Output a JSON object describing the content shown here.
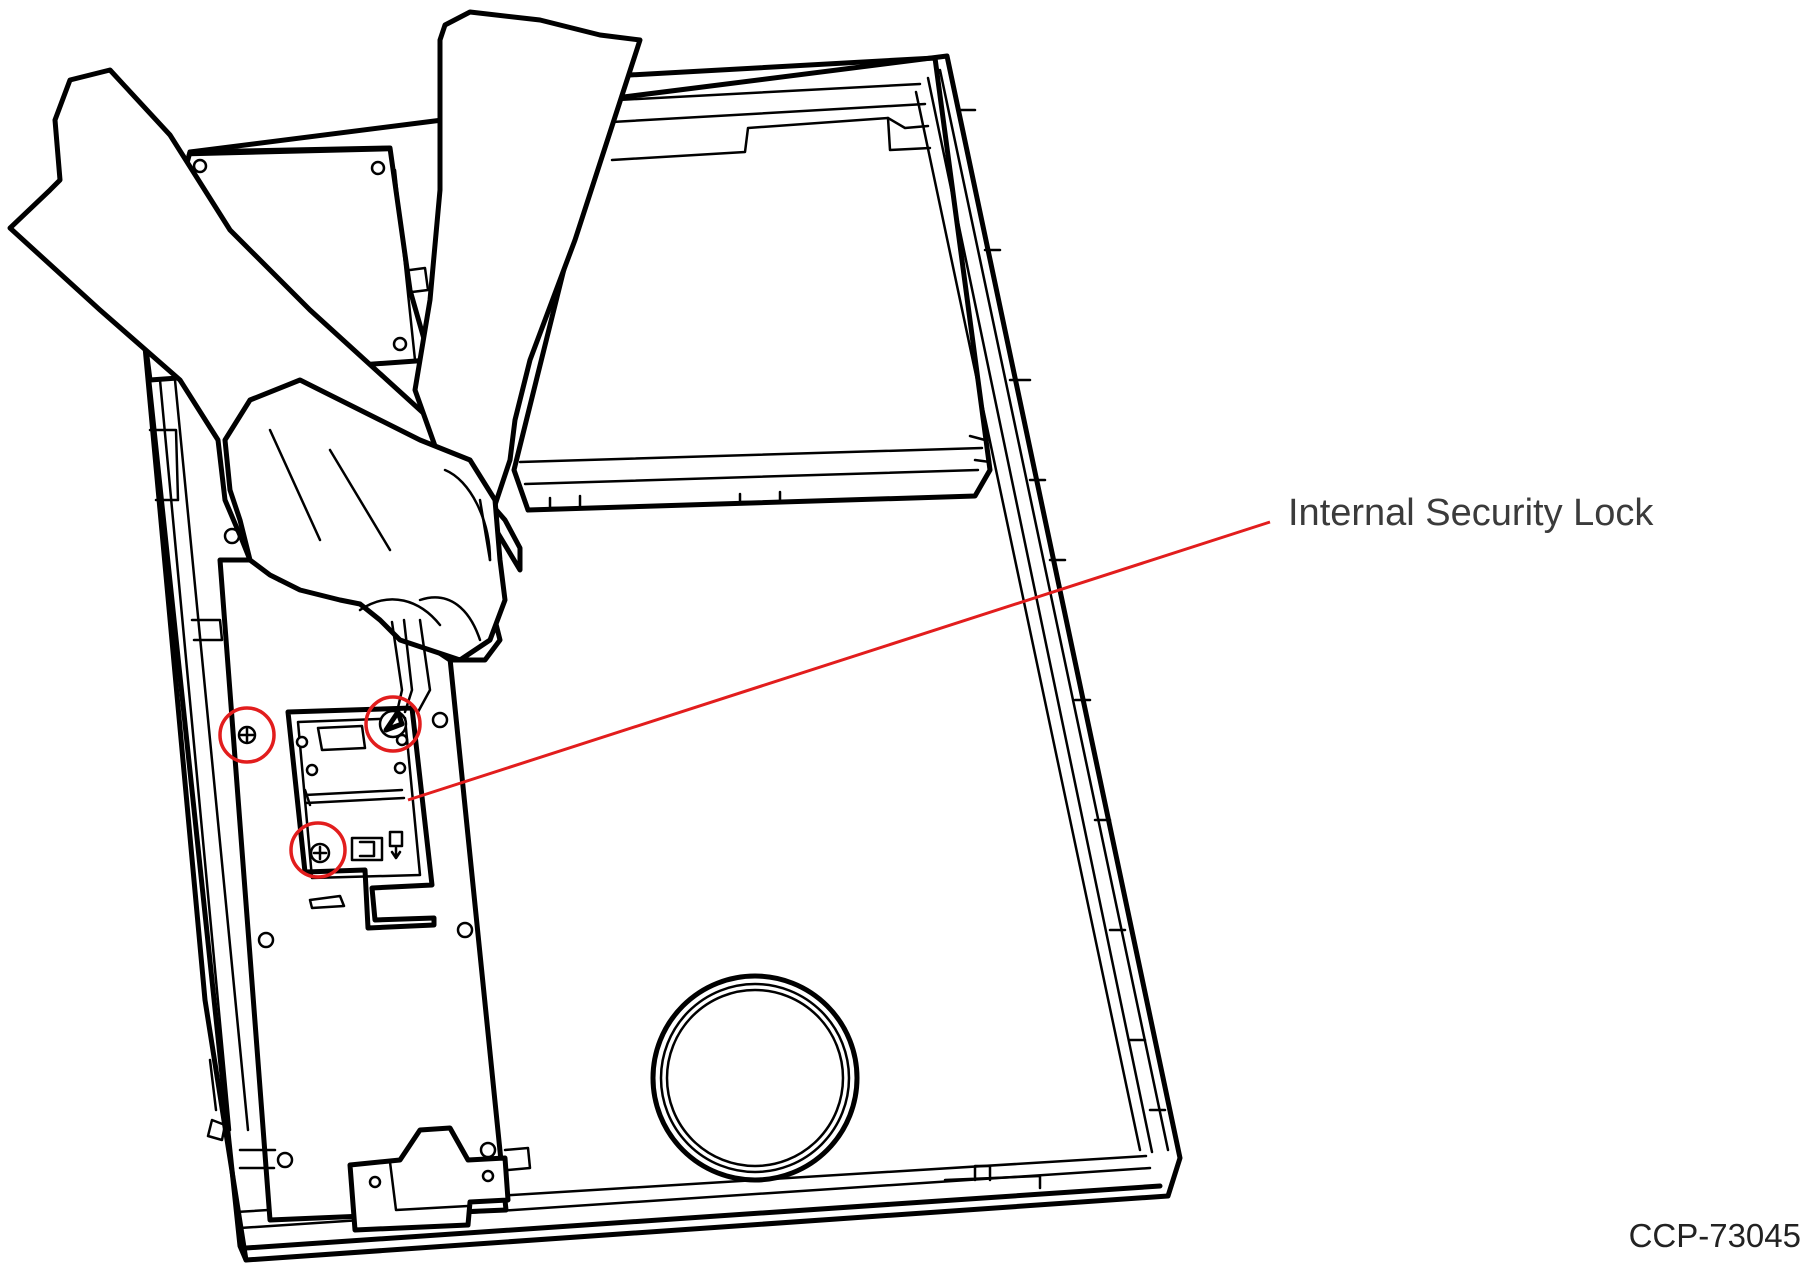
{
  "callout": {
    "label": "Internal Security Lock",
    "color": "#e21d1d"
  },
  "figure": {
    "id": "CCP-73045"
  },
  "highlights": {
    "color": "#e21d1d",
    "count": 3
  }
}
